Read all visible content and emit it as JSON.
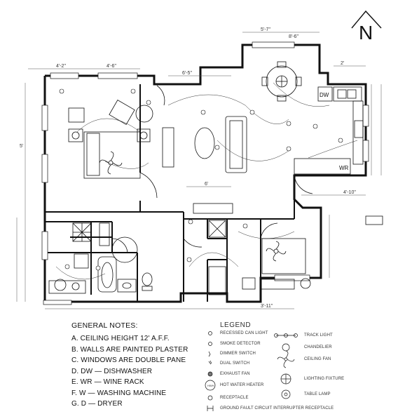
{
  "compass": {
    "letter": "N"
  },
  "dimensions": [
    {
      "id": "d1",
      "text": "5'-7\""
    },
    {
      "id": "d2",
      "text": "8'-6\""
    },
    {
      "id": "d3",
      "text": "4'-2\""
    },
    {
      "id": "d4",
      "text": "4'-6\""
    },
    {
      "id": "d5",
      "text": "2'"
    },
    {
      "id": "d6",
      "text": "5'"
    },
    {
      "id": "d7",
      "text": "6'"
    },
    {
      "id": "d8",
      "text": "4'-10\""
    },
    {
      "id": "d9",
      "text": "3'-11\""
    },
    {
      "id": "d10",
      "text": "6'-5\""
    }
  ],
  "room_labels": {
    "dw": "DW",
    "wr": "WR"
  },
  "notes": {
    "title": "GENERAL NOTES:",
    "items": [
      "A. CEILING HEIGHT 12' A.F.F.",
      "B. WALLS ARE PAINTED PLASTER",
      "C. WINDOWS ARE DOUBLE PANE",
      "D. DW — DISHWASHER",
      "E. WR — WINE RACK",
      "F. W — WASHING MACHINE",
      "G. D — DRYER"
    ]
  },
  "legend": {
    "title": "LEGEND",
    "items": {
      "recessed": "RECESSED CAN LIGHT",
      "smoke": "SMOKE DETECTOR",
      "dimmer": "DIMMER SWITCH",
      "dual": "DUAL SWITCH",
      "exhaust": "EXHAUST FAN",
      "hwh": "HOT WATER HEATER",
      "hwh_symbol": "HWH",
      "receptacle": "RECEPTACLE",
      "gfci": "GROUND FAULT CIRCUIT INTERRUPTER RECEPTACLE",
      "track": "TRACK LIGHT",
      "chandelier": "CHANDELIER",
      "fan": "CEILING FAN",
      "fixture": "LIGHTING FIXTURE",
      "lamp": "TABLE LAMP"
    }
  }
}
